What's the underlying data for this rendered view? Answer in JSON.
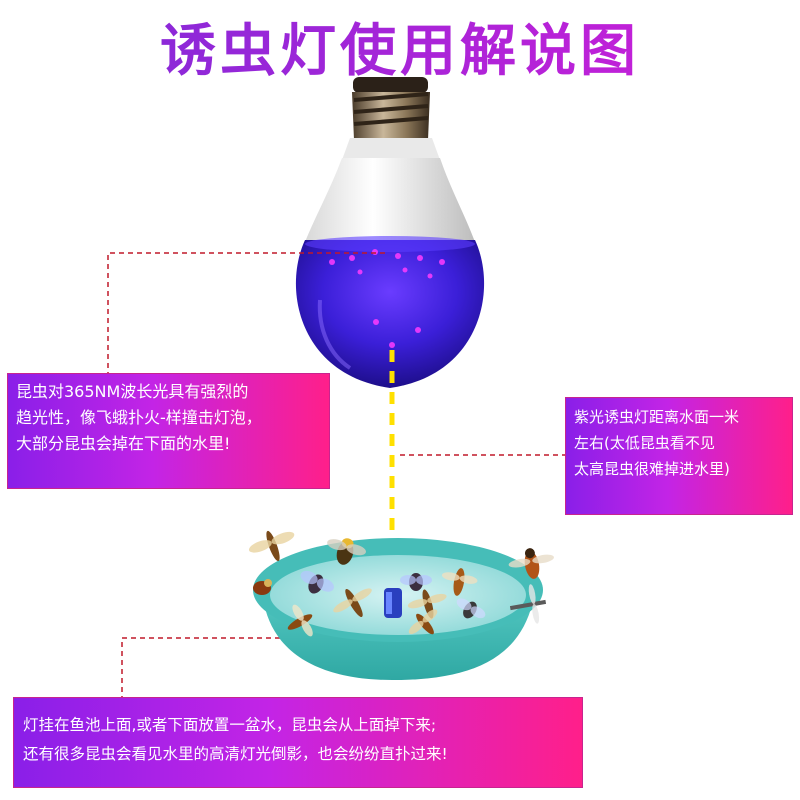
{
  "title": "诱虫灯使用解说图",
  "notes": {
    "left": [
      "昆虫对365NM波长光具有强烈的",
      "趋光性，像飞蛾扑火-样撞击灯泡，",
      "大部分昆虫会掉在下面的水里!"
    ],
    "right": [
      "紫光诱虫灯距离水面一米",
      "左右(太低昆虫看不见",
      "太高昆虫很难掉进水里)"
    ],
    "bottom": [
      "灯挂在鱼池上面,或者下面放置一盆水，昆虫会从上面掉下来;",
      "还有很多昆虫会看见水里的高清灯光倒影，也会纷纷直扑过来!"
    ]
  },
  "colors": {
    "title_gradient": [
      "#7b2bd8",
      "#d21ed8"
    ],
    "note_gradient": [
      "#8a1fe8",
      "#c324e6",
      "#ff1f8a"
    ],
    "bulb_glow": "#4a1ee6",
    "basin": "#5cc9c4",
    "guide_red": "#c0182a",
    "guide_yellow": "#ffe000"
  }
}
